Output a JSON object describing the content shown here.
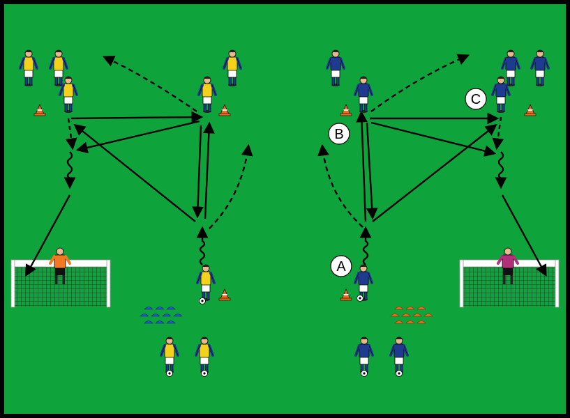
{
  "diagram": {
    "colors": {
      "field": "#0ea33b",
      "border": "#000000",
      "team_yellow_shirt": "#f2d21b",
      "team_yellow_sleeve": "#1f3b8f",
      "team_blue_shirt": "#1f3b8f",
      "shorts": "#ffffff",
      "socks": "#1f3b8f",
      "keeper_left": "#f07a23",
      "keeper_right": "#b0307a",
      "cone": "#f26a1b",
      "marker_blue": "#2257c9",
      "marker_orange": "#f26a1b"
    },
    "labels": {
      "a": "A",
      "b": "B",
      "c": "C"
    }
  }
}
